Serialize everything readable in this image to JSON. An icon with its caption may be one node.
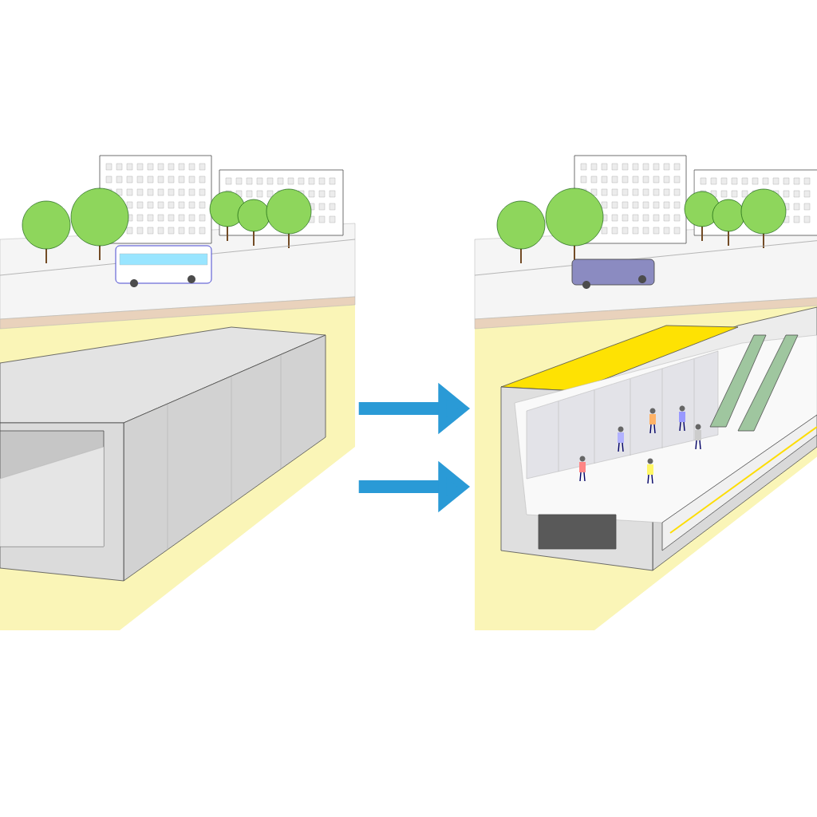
{
  "diagram": {
    "nodes": [
      {
        "text": [],
        "shape": "picture"
      },
      {
        "text": [],
        "shape": "picture"
      }
    ],
    "edges": [
      {
        "from": 0,
        "to": 1,
        "arrow": "to"
      },
      {
        "from": 0,
        "to": 1,
        "arrow": "to"
      }
    ]
  }
}
